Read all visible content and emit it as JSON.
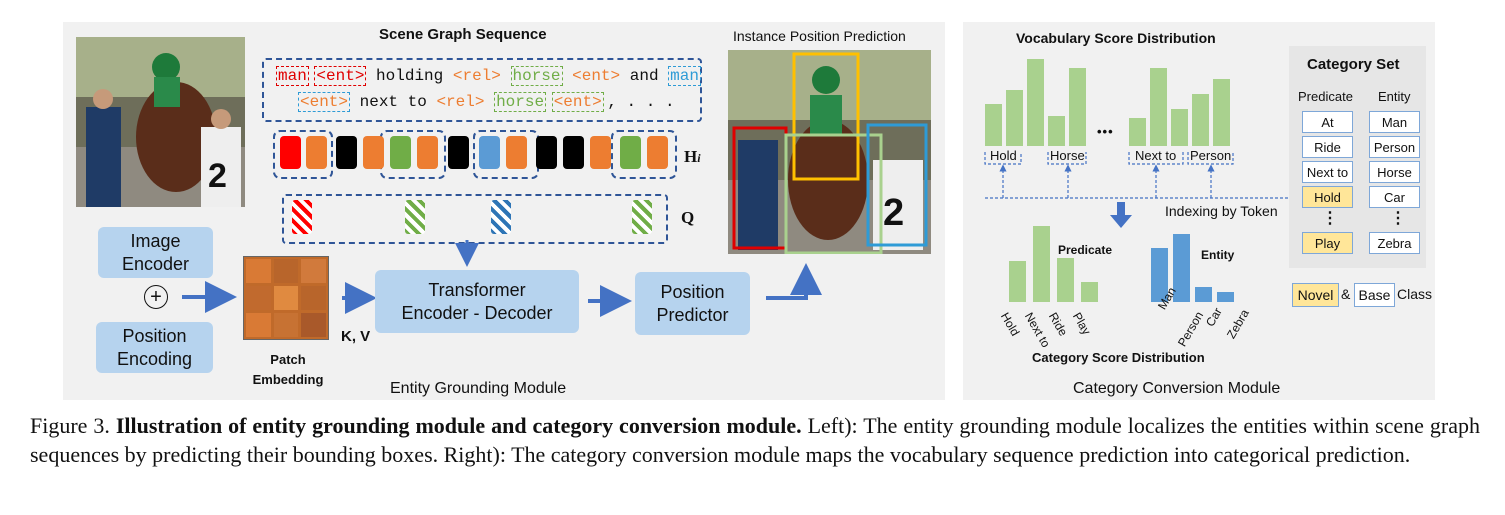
{
  "colors": {
    "accent_blue": "#4472c4",
    "node_blue": "#b6d3ee",
    "panel_bg": "#f1f1f1",
    "green": "#a9d18e",
    "bar_blue": "#5b9bd5",
    "novel_yellow": "#ffe699",
    "red": "#ff0000",
    "orange": "#ed7d31"
  },
  "left": {
    "title_scene": "Scene Graph Sequence",
    "title_instance": "Instance Position Prediction",
    "seq_line1": [
      "man",
      "<ent>",
      "holding",
      "<rel>",
      "horse",
      "<ent>",
      "and",
      "man"
    ],
    "seq_line2": [
      "<ent>",
      "next to",
      "<rel>",
      "horse",
      "<ent>",
      ",",
      ". . ."
    ],
    "h_label": "H",
    "h_sub": "i",
    "q_label": "Q",
    "image_encoder": "Image\nEncoder",
    "plus": "+",
    "position_encoding": "Position\nEncoding",
    "patch_embedding": "Patch\nEmbedding",
    "kv_label": "K, V",
    "transformer": "Transformer\nEncoder - Decoder",
    "position_predictor": "Position\nPredictor",
    "module_title": "Entity Grounding Module"
  },
  "right": {
    "title_vocab": "Vocabulary Score Distribution",
    "vocab_tokens": [
      "Hold",
      "Horse",
      "Next to",
      "Person"
    ],
    "ellipsis": "•••",
    "indexing": "Indexing by Token",
    "predicate_label": "Predicate",
    "entity_label": "Entity",
    "predicate_bars": [
      "Hold",
      "Next to",
      "Ride",
      "Play"
    ],
    "entity_bars": [
      "Man",
      "Person",
      "Car",
      "Zebra"
    ],
    "category_score": "Category Score Distribution",
    "category_set_title": "Category Set",
    "col_predicate": "Predicate",
    "col_entity": "Entity",
    "predicate_items": [
      "At",
      "Ride",
      "Next to",
      "Hold",
      "⋮",
      "Play"
    ],
    "entity_items": [
      "Man",
      "Person",
      "Horse",
      "Car",
      "⋮",
      "Zebra"
    ],
    "legend_novel": "Novel",
    "legend_amp": "&",
    "legend_base": "Base",
    "legend_class": "Class",
    "module_title": "Category Conversion Module"
  },
  "caption": {
    "prefix": "Figure 3. ",
    "bold": "Illustration of entity grounding module and category conversion module.",
    "rest": " Left): The entity grounding module localizes the entities within scene graph sequences by predicting their bounding boxes. Right): The category conversion module maps the vocabulary sequence prediction into categorical prediction."
  }
}
